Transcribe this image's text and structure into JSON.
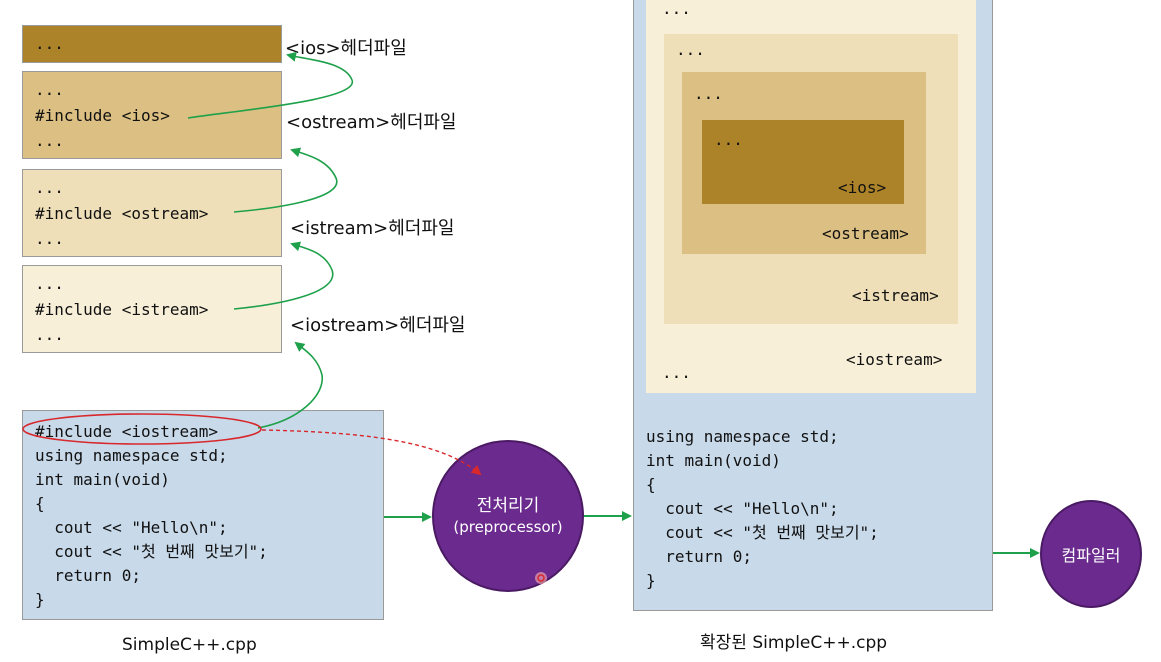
{
  "headers": [
    {
      "lines": [
        "..."
      ],
      "caption": "<ios>헤더파일"
    },
    {
      "lines": [
        "...",
        "#include <ios>",
        "..."
      ],
      "caption": "<ostream>헤더파일"
    },
    {
      "lines": [
        "...",
        "#include <ostream>",
        "..."
      ],
      "caption": "<istream>헤더파일"
    },
    {
      "lines": [
        "...",
        "#include <istream>",
        "..."
      ],
      "caption": "<iostream>헤더파일"
    }
  ],
  "source": {
    "lines": [
      "#include <iostream>",
      "using namespace std;",
      "int main(void)",
      "{",
      "  cout << \"Hello\\n\";",
      "  cout << \"첫 번째 맛보기\";",
      "  return 0;",
      "}"
    ],
    "filename": "SimpleC++.cpp"
  },
  "preprocessor": {
    "line1": "전처리기",
    "line2": "(preprocessor)"
  },
  "expanded": {
    "ellipsis": "...",
    "ios_label": "<ios>",
    "ostream_label": "<ostream>",
    "istream_label": "<istream>",
    "iostream_label": "<iostream>",
    "code_lines": [
      "using namespace std;",
      "int main(void)",
      "{",
      "  cout << \"Hello\\n\";",
      "  cout << \"첫 번째 맛보기\";",
      "  return 0;",
      "}"
    ],
    "filename": "확장된 SimpleC++.cpp"
  },
  "compiler": {
    "label": "컴파일러"
  },
  "colors": {
    "ios": "#ad8329",
    "ostream": "#dcbf82",
    "istream": "#efdfb8",
    "iostream": "#f8efd9",
    "source_bg": "#c8d9e9",
    "circle": "#6b2a8e",
    "arrow": "#1ea14a",
    "highlight": "#d8282c"
  }
}
